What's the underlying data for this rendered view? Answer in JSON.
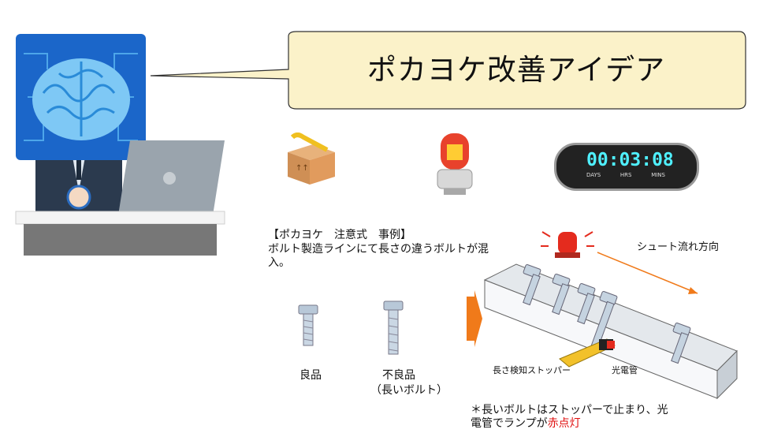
{
  "title": "ポカヨケ改善アイデア",
  "example_heading": "【ポカヨケ　注意式　事例】",
  "example_desc": "ボルト製造ラインにて長さの違うボルトが混入。",
  "good_label": "良品",
  "bad_label": "不良品",
  "bad_sublabel": "（長いボルト）",
  "chute_label": "シュート流れ方向",
  "stopper_label": "長さ検知ストッパー",
  "sensor_label": "光電管",
  "timer_text": "00:03:08",
  "timer_units": [
    "DAYS",
    "HRS",
    "MINS"
  ],
  "note_text_1": "＊長いボルトはストッパーで止まり、光",
  "note_text_2": "電管でランプが",
  "note_text_red": "赤点灯",
  "colors": {
    "callout_fill": "#fbf2c9",
    "accent_red": "#e01010",
    "brain_blue": "#1f6fd1",
    "arrow_orange": "#f07a1a"
  }
}
